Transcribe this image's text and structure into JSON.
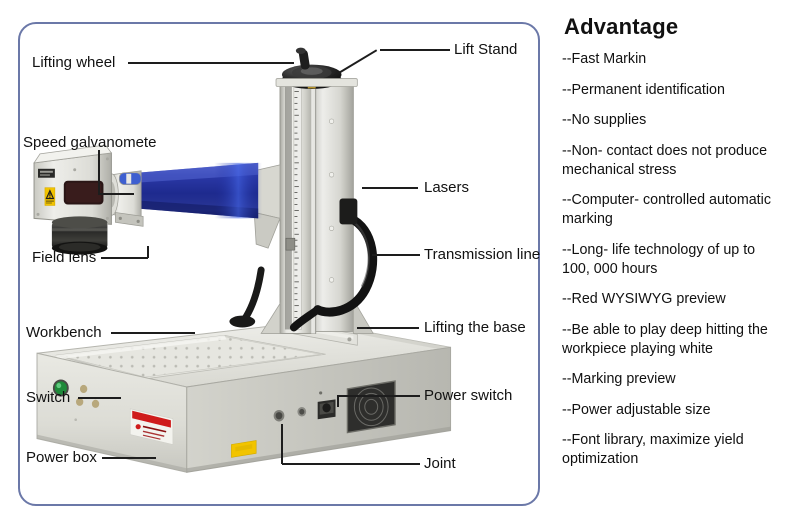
{
  "panel": {
    "name": "laser-marking-machine-diagram"
  },
  "callouts": {
    "left": [
      {
        "key": "lifting-wheel",
        "label": "Lifting wheel"
      },
      {
        "key": "speed-galvanomete",
        "label": "Speed galvanomete"
      },
      {
        "key": "field-lens",
        "label": "Field lens"
      },
      {
        "key": "workbench",
        "label": "Workbench"
      },
      {
        "key": "switch",
        "label": "Switch"
      },
      {
        "key": "power-box",
        "label": "Power box"
      }
    ],
    "right": [
      {
        "key": "lift-stand",
        "label": "Lift Stand"
      },
      {
        "key": "lasers",
        "label": "Lasers"
      },
      {
        "key": "transmission-line",
        "label": "Transmission line"
      },
      {
        "key": "lifting-the-base",
        "label": "Lifting the base"
      },
      {
        "key": "power-switch",
        "label": "Power switch"
      },
      {
        "key": "joint",
        "label": "Joint"
      }
    ]
  },
  "advantage": {
    "title": "Advantage",
    "items": [
      "--Fast Markin",
      "--Permanent  identification",
      "--No supplies",
      "--Non- contact does not produce\n  mechanical stress",
      "--Computer- controlled automatic\n  marking",
      "--Long- life technology of up to\n  100, 000 hours",
      "--Red WYSIWYG preview",
      "--Be able to play deep hitting the\n  workpiece playing  white",
      "--Marking preview",
      "--Power adjustable size",
      "--Font library, maximize yield\noptimization"
    ]
  },
  "colors": {
    "panel_border": "#6b78a8",
    "laser_body": "#26359b",
    "metal_light": "#dcdcd6",
    "metal_mid": "#c2c2bb",
    "metal_dark": "#9a9a93",
    "warning_yellow": "#f2c400",
    "warning_red": "#cf1b1b",
    "switch_green": "#1f8a3a",
    "leader_line": "#1d1d1d"
  }
}
